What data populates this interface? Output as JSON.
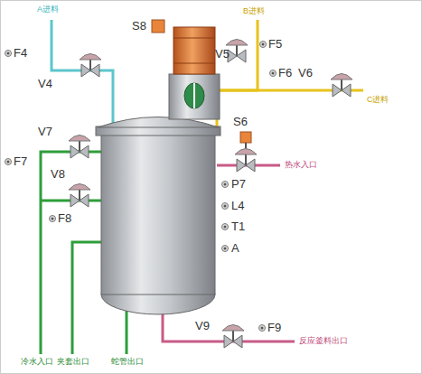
{
  "diagram": {
    "labels": [
      "A进料",
      "F4",
      "V4",
      "S8",
      "B进料",
      "V5",
      "F5",
      "F6",
      "V6",
      "C进料",
      "S6",
      "热水入口",
      "V7",
      "F7",
      "V8",
      "F8",
      "P7",
      "L4",
      "T1",
      "A",
      "V9",
      "F9",
      "冷水入口",
      "夹套出口",
      "蛇管出口",
      "反应釜料出口"
    ]
  }
}
